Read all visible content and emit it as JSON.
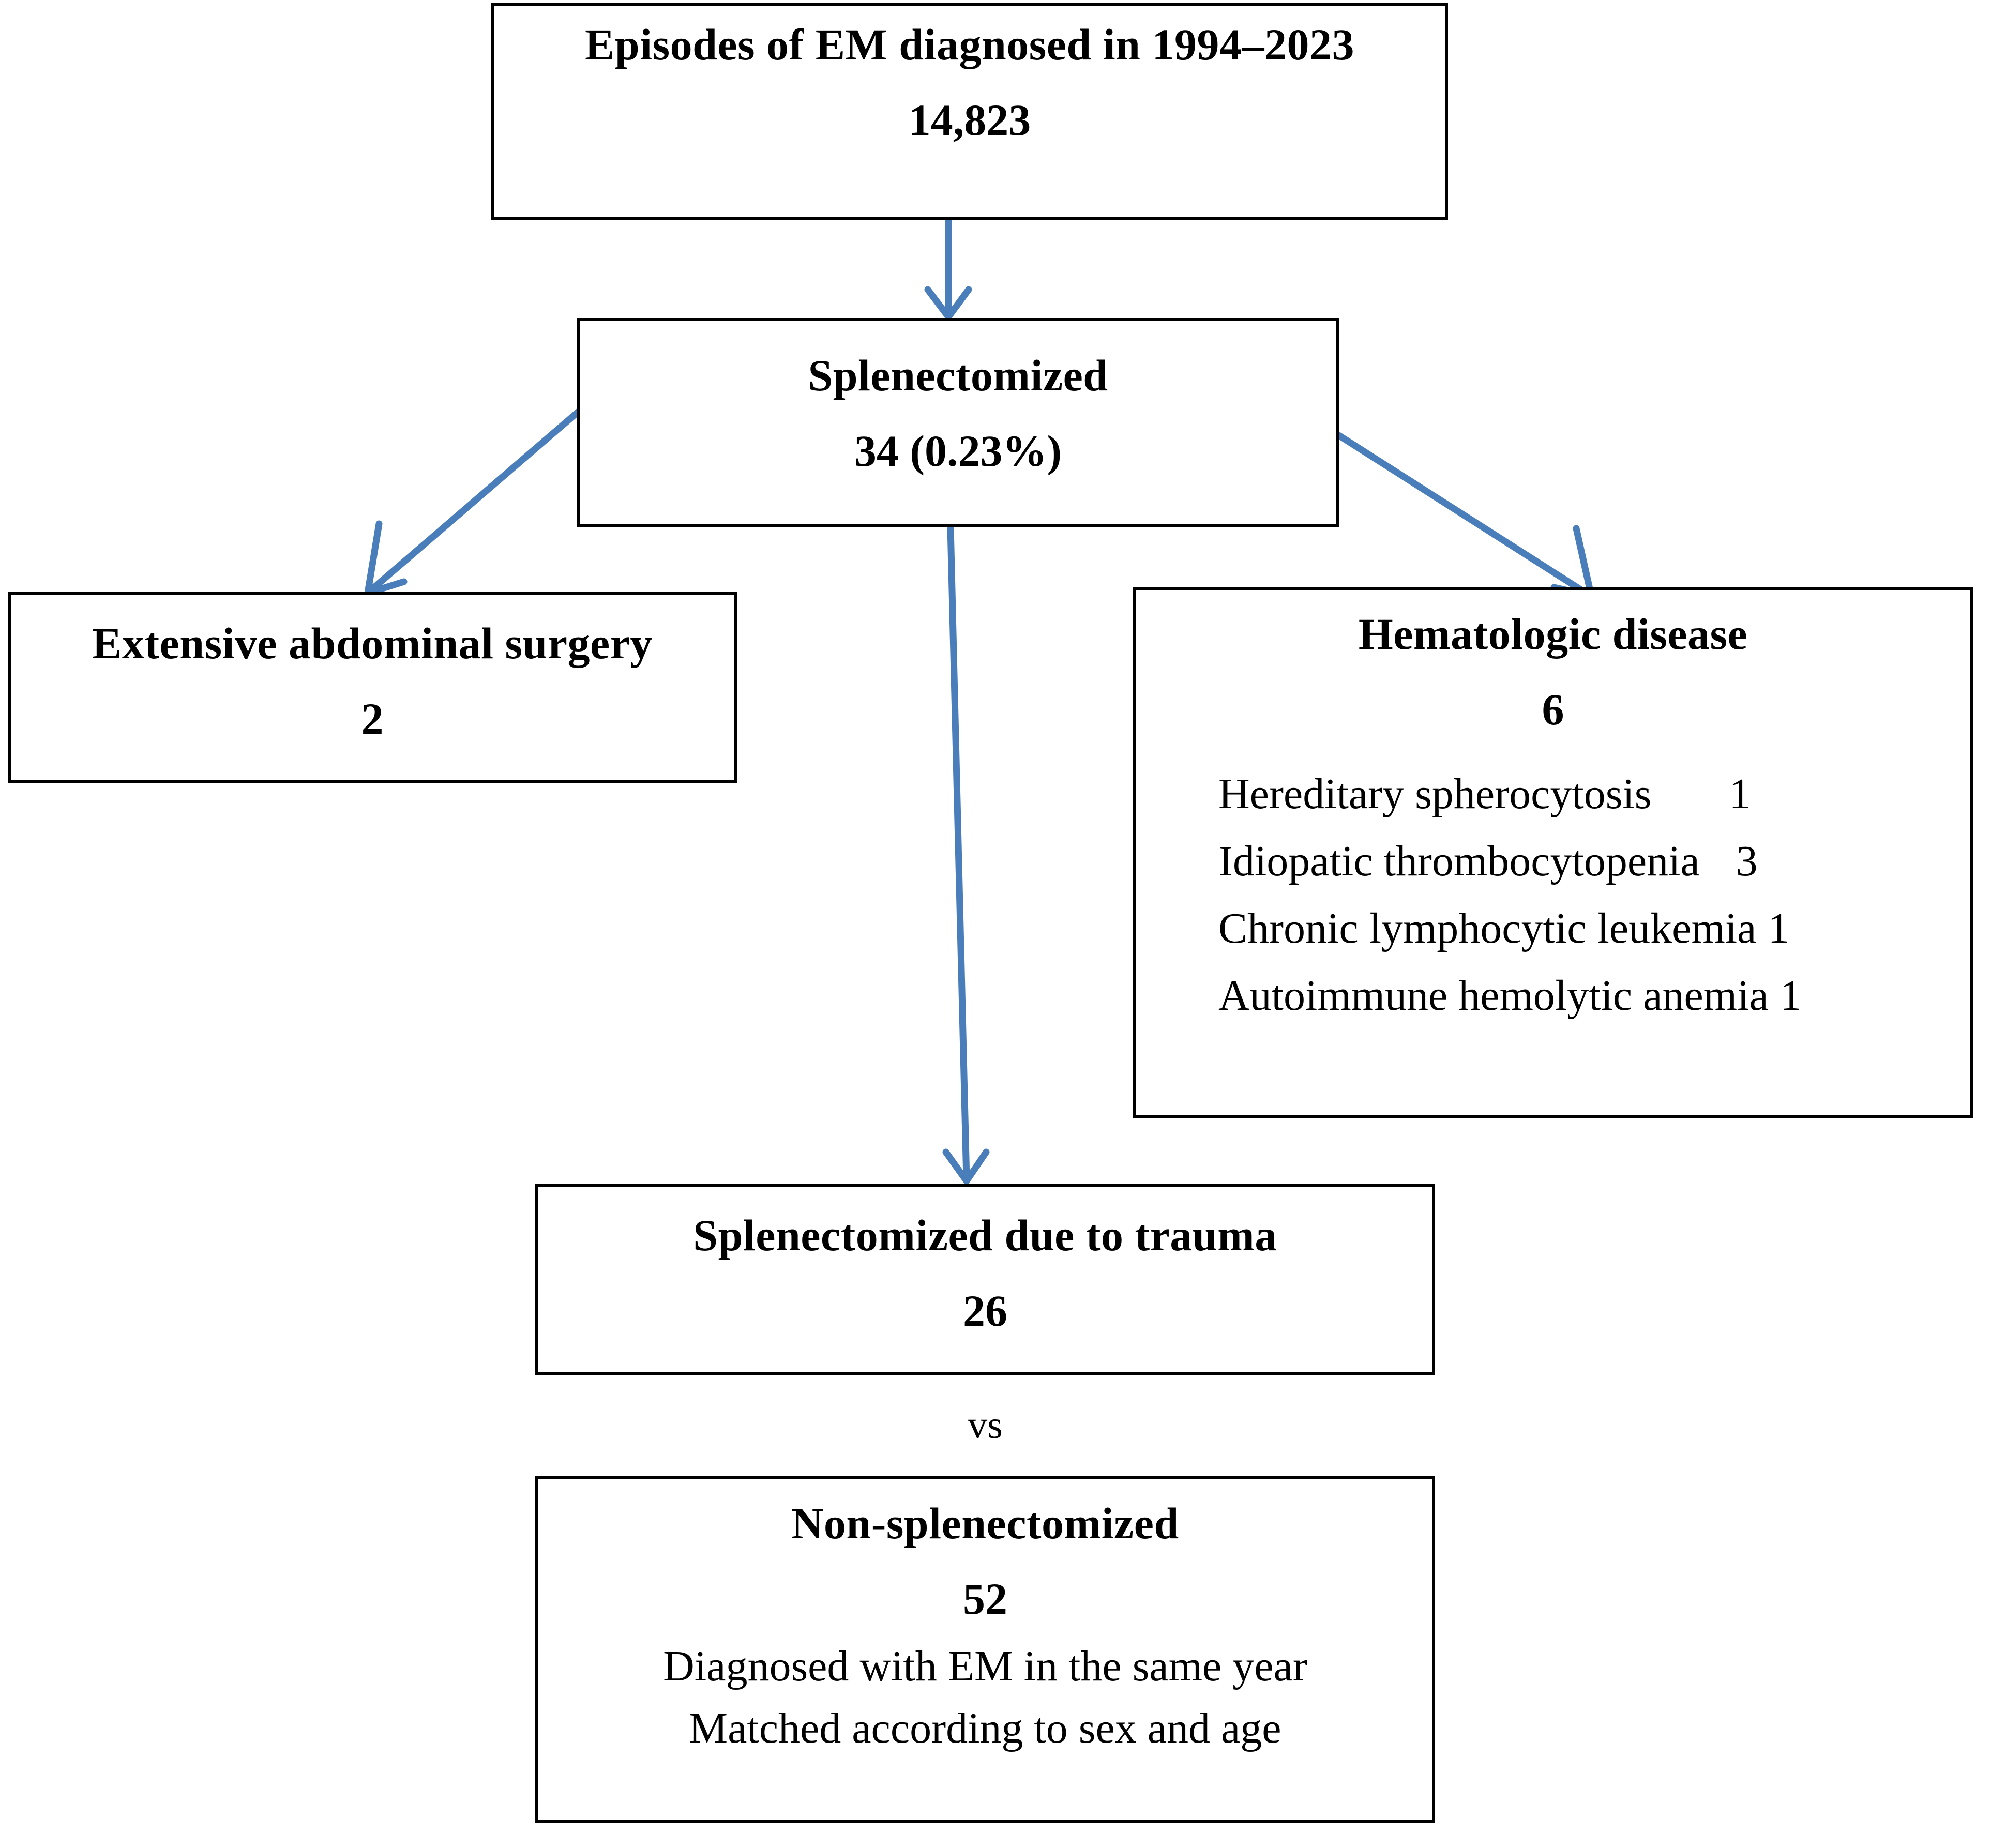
{
  "diagram": {
    "accent_color": "#4A7EBB",
    "border_color": "#000000",
    "background_color": "#FFFFFF",
    "comparison_label": "vs",
    "nodes": {
      "episodes": {
        "title": "Episodes of EM diagnosed in 1994–2023",
        "count": "14,823"
      },
      "splenectomized": {
        "title": "Splenectomized",
        "count": "34 (0.23%)"
      },
      "abdominal": {
        "title": "Extensive abdominal surgery",
        "count": "2"
      },
      "hematologic": {
        "title": "Hematologic disease",
        "count": "6",
        "items": [
          {
            "label": "Hereditary spherocytosis",
            "count": "1"
          },
          {
            "label": "Idiopatic thrombocytopenia",
            "count": "3"
          },
          {
            "label": "Chronic lymphocytic leukemia",
            "count": "1"
          },
          {
            "label": "Autoimmune hemolytic anemia",
            "count": "1"
          }
        ]
      },
      "trauma": {
        "title": "Splenectomized due to trauma",
        "count": "26"
      },
      "nonsplenectomized": {
        "title": "Non-splenectomized",
        "count": "52",
        "note_1": "Diagnosed with EM in the same year",
        "note_2": "Matched according to sex and age"
      }
    }
  }
}
